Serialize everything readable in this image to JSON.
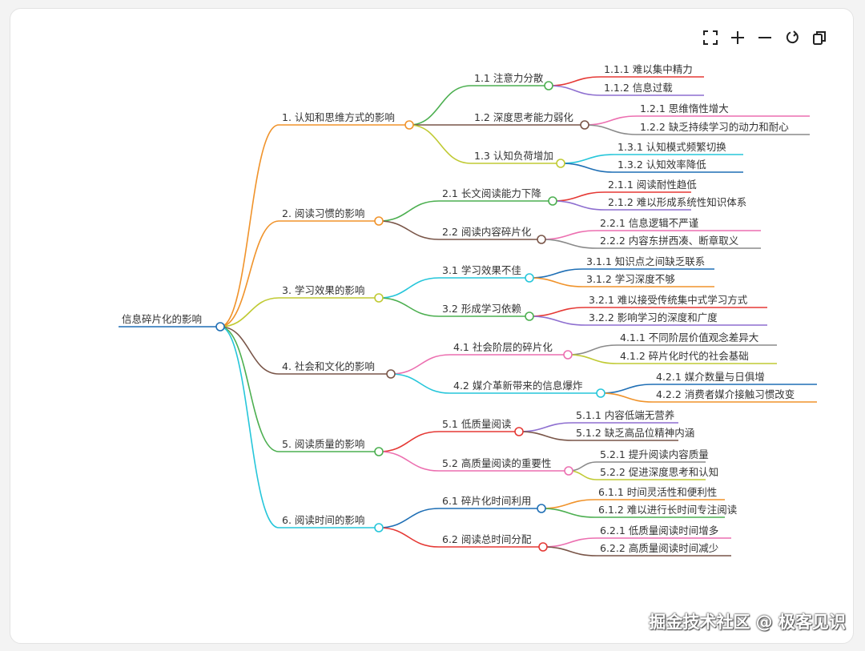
{
  "mindmap": {
    "root": "信息碎片化的影响",
    "branches": [
      {
        "label": "1. 认知和思维方式的影响",
        "color": "#f0932b",
        "children": [
          {
            "label": "1.1 注意力分散",
            "color": "#4caf50",
            "children": [
              {
                "label": "1.1.1 难以集中精力",
                "color": "#e53935"
              },
              {
                "label": "1.1.2 信息过载",
                "color": "#8e6fd0"
              }
            ]
          },
          {
            "label": "1.2 深度思考能力弱化",
            "color": "#795548",
            "children": [
              {
                "label": "1.2.1 思维惰性增大",
                "color": "#ec6fb0"
              },
              {
                "label": "1.2.2 缺乏持续学习的动力和耐心",
                "color": "#8a8a8a"
              }
            ]
          },
          {
            "label": "1.3 认知负荷增加",
            "color": "#c0ca33",
            "children": [
              {
                "label": "1.3.1 认知模式频繁切换",
                "color": "#26c6da"
              },
              {
                "label": "1.3.2 认知效率降低",
                "color": "#1f6fb5"
              }
            ]
          }
        ]
      },
      {
        "label": "2. 阅读习惯的影响",
        "color": "#f0932b",
        "children": [
          {
            "label": "2.1 长文阅读能力下降",
            "color": "#4caf50",
            "children": [
              {
                "label": "2.1.1 阅读耐性趋低",
                "color": "#e53935"
              },
              {
                "label": "2.1.2 难以形成系统性知识体系",
                "color": "#8e6fd0"
              }
            ]
          },
          {
            "label": "2.2 阅读内容碎片化",
            "color": "#795548",
            "children": [
              {
                "label": "2.2.1 信息逻辑不严谨",
                "color": "#ec6fb0"
              },
              {
                "label": "2.2.2 内容东拼西凑、断章取义",
                "color": "#8a8a8a"
              }
            ]
          }
        ]
      },
      {
        "label": "3. 学习效果的影响",
        "color": "#c0ca33",
        "children": [
          {
            "label": "3.1 学习效果不佳",
            "color": "#26c6da",
            "children": [
              {
                "label": "3.1.1 知识点之间缺乏联系",
                "color": "#1f6fb5"
              },
              {
                "label": "3.1.2 学习深度不够",
                "color": "#f0932b"
              }
            ]
          },
          {
            "label": "3.2 形成学习依赖",
            "color": "#4caf50",
            "children": [
              {
                "label": "3.2.1 难以接受传统集中式学习方式",
                "color": "#e53935"
              },
              {
                "label": "3.2.2 影响学习的深度和广度",
                "color": "#8e6fd0"
              }
            ]
          }
        ]
      },
      {
        "label": "4. 社会和文化的影响",
        "color": "#795548",
        "children": [
          {
            "label": "4.1 社会阶层的碎片化",
            "color": "#ec6fb0",
            "children": [
              {
                "label": "4.1.1 不同阶层价值观念差异大",
                "color": "#8a8a8a"
              },
              {
                "label": "4.1.2 碎片化时代的社会基础",
                "color": "#c0ca33"
              }
            ]
          },
          {
            "label": "4.2 媒介革新带来的信息爆炸",
            "color": "#26c6da",
            "children": [
              {
                "label": "4.2.1 媒介数量与日俱增",
                "color": "#1f6fb5"
              },
              {
                "label": "4.2.2 消费者媒介接触习惯改变",
                "color": "#f0932b"
              }
            ]
          }
        ]
      },
      {
        "label": "5. 阅读质量的影响",
        "color": "#4caf50",
        "children": [
          {
            "label": "5.1 低质量阅读",
            "color": "#e53935",
            "children": [
              {
                "label": "5.1.1 内容低端无营养",
                "color": "#8e6fd0"
              },
              {
                "label": "5.1.2 缺乏高品位精神内涵",
                "color": "#795548"
              }
            ]
          },
          {
            "label": "5.2 高质量阅读的重要性",
            "color": "#ec6fb0",
            "children": [
              {
                "label": "5.2.1 提升阅读内容质量",
                "color": "#8a8a8a"
              },
              {
                "label": "5.2.2 促进深度思考和认知",
                "color": "#c0ca33"
              }
            ]
          }
        ]
      },
      {
        "label": "6. 阅读时间的影响",
        "color": "#26c6da",
        "children": [
          {
            "label": "6.1 碎片化时间利用",
            "color": "#1f6fb5",
            "children": [
              {
                "label": "6.1.1 时间灵活性和便利性",
                "color": "#f0932b"
              },
              {
                "label": "6.1.2 难以进行长时间专注阅读",
                "color": "#4caf50"
              }
            ]
          },
          {
            "label": "6.2 阅读总时间分配",
            "color": "#e53935",
            "children": [
              {
                "label": "6.2.1 低质量阅读时间增多",
                "color": "#ec6fb0"
              },
              {
                "label": "6.2.2 高质量阅读时间减少",
                "color": "#795548"
              }
            ]
          }
        ]
      }
    ]
  },
  "toolbar": {
    "icons": [
      "fullscreen-icon",
      "zoom-in-icon",
      "zoom-out-icon",
      "reset-icon",
      "copy-icon"
    ]
  },
  "watermark": "掘金技术社区 @ 极客见识",
  "colors": {
    "root": "#1f6fb5",
    "node_fill": "#ffffff"
  }
}
